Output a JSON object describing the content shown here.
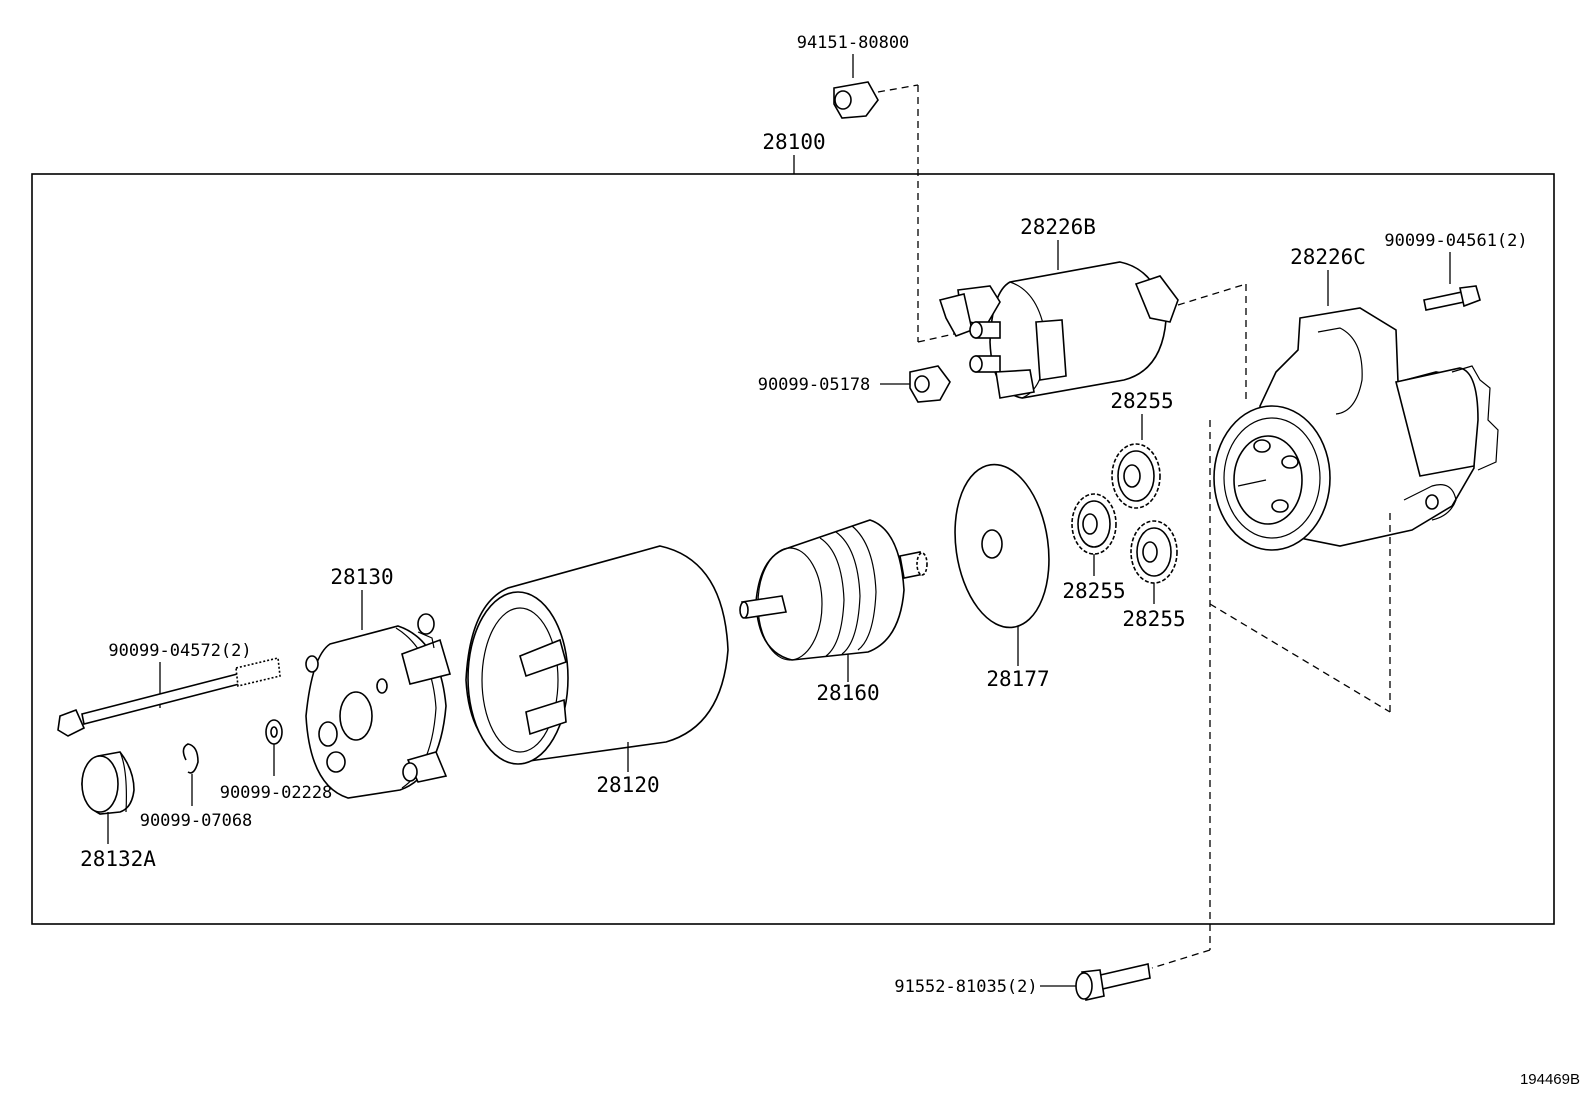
{
  "diagram": {
    "id_code": "194469B",
    "assembly": {
      "part_no": "28100"
    },
    "parts": [
      {
        "key": "nut_top",
        "part_no": "94151-80800"
      },
      {
        "key": "solenoid",
        "part_no": "28226B"
      },
      {
        "key": "housing",
        "part_no": "28226C"
      },
      {
        "key": "bolt_housing",
        "part_no": "90099-04561(2)"
      },
      {
        "key": "nut_solenoid",
        "part_no": "90099-05178"
      },
      {
        "key": "gear_a",
        "part_no": "28255"
      },
      {
        "key": "gear_b",
        "part_no": "28255"
      },
      {
        "key": "gear_c",
        "part_no": "28255"
      },
      {
        "key": "end_frame",
        "part_no": "28130"
      },
      {
        "key": "through_bolt",
        "part_no": "90099-04572(2)"
      },
      {
        "key": "yoke",
        "part_no": "28120"
      },
      {
        "key": "armature",
        "part_no": "28160"
      },
      {
        "key": "plate",
        "part_no": "28177"
      },
      {
        "key": "washer",
        "part_no": "90099-02228"
      },
      {
        "key": "clip",
        "part_no": "90099-07068"
      },
      {
        "key": "cap",
        "part_no": "28132A"
      },
      {
        "key": "mount_bolt",
        "part_no": "91552-81035(2)"
      }
    ]
  }
}
